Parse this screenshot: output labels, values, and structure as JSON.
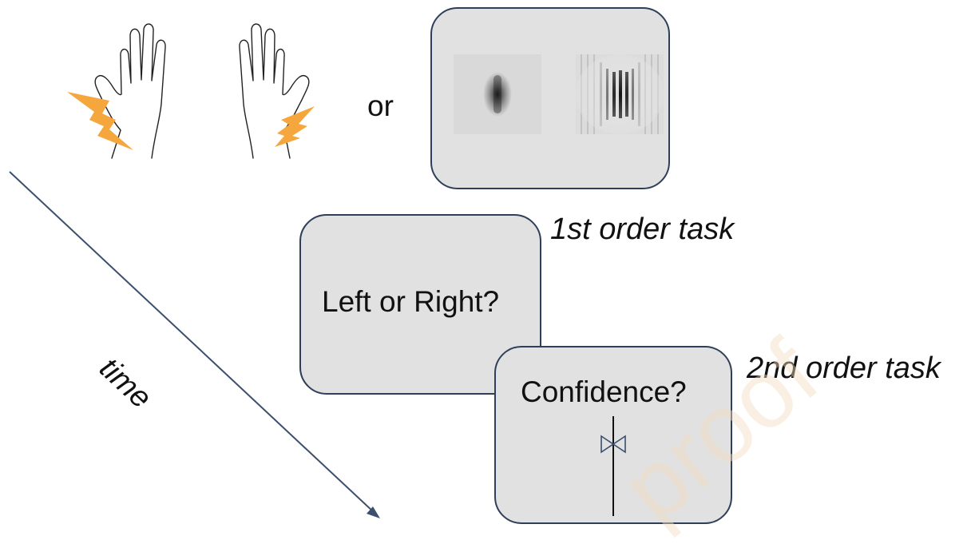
{
  "connector_word": "or",
  "first_task_label": "1st order task",
  "second_task_label": "2nd order task",
  "question_panel_text": "Left or Right?",
  "confidence_panel_text": "Confidence?",
  "time_label": "time",
  "watermark_text": "proof",
  "colors": {
    "panel_fill": "#e1e1e1",
    "panel_border": "#2f3f5a",
    "lightning": "#f5a63c",
    "arrow": "#3c4f6e"
  },
  "icons": [
    "left-hand-icon",
    "right-hand-icon",
    "lightning-left-icon",
    "lightning-right-icon",
    "gabor-low-frequency-icon",
    "gabor-high-frequency-icon",
    "confidence-scale-icon",
    "bowtie-marker-icon"
  ]
}
